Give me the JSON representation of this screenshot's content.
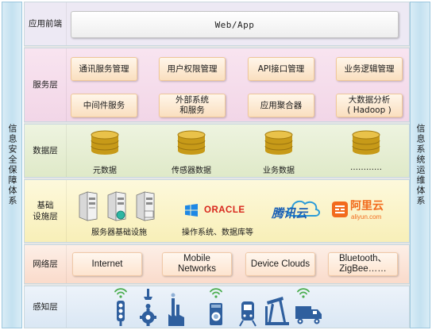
{
  "left_column": {
    "label": "信息安全保障体系"
  },
  "right_column": {
    "label": "信息系统运维体系"
  },
  "layers": {
    "frontend": {
      "label": "应用前端",
      "box": "Web/App"
    },
    "service": {
      "label": "服务层",
      "row1": [
        "通讯服务管理",
        "用户权限管理",
        "API接口管理",
        "业务逻辑管理"
      ],
      "row2": [
        "中间件服务",
        "外部系统\n和服务",
        "应用聚合器",
        "大数据分析\n( Hadoop )"
      ]
    },
    "data": {
      "label": "数据层",
      "items": [
        "元数据",
        "传感器数据",
        "业务数据",
        "…………"
      ]
    },
    "infra": {
      "label": "基础\n设施层",
      "server_caption": "服务器基础设施",
      "os_caption": "操作系统、数据库等",
      "oracle_text": "ORACLE",
      "tencent_text": "腾讯云",
      "aliyun_text": "阿里云",
      "aliyun_sub": "aliyun.com"
    },
    "network": {
      "label": "网络层",
      "items": [
        "Internet",
        "Mobile\nNetworks",
        "Device Clouds",
        "Bluetooth、\nZigBee……"
      ]
    },
    "sensing": {
      "label": "感知层"
    }
  },
  "colors": {
    "frontend_bg": "#ede9f4",
    "service_bg": "#f6ddec",
    "data_bg": "#e6efd3",
    "infra_bg": "#fcf7d4",
    "network_bg": "#fce8de",
    "sensing_bg": "#e6eff8",
    "side_bg": "#c4e1f0",
    "icon_blue": "#2f5f9e",
    "icon_green": "#4cae50"
  },
  "icons": [
    "server-icon",
    "windows-icon",
    "oracle-logo",
    "tencent-cloud-logo",
    "aliyun-logo",
    "database-icon",
    "traffic-light-icon",
    "gear-sensor-icon",
    "factory-icon",
    "washing-machine-icon",
    "train-icon",
    "oil-pump-icon",
    "truck-icon",
    "wifi-signal-icon"
  ]
}
